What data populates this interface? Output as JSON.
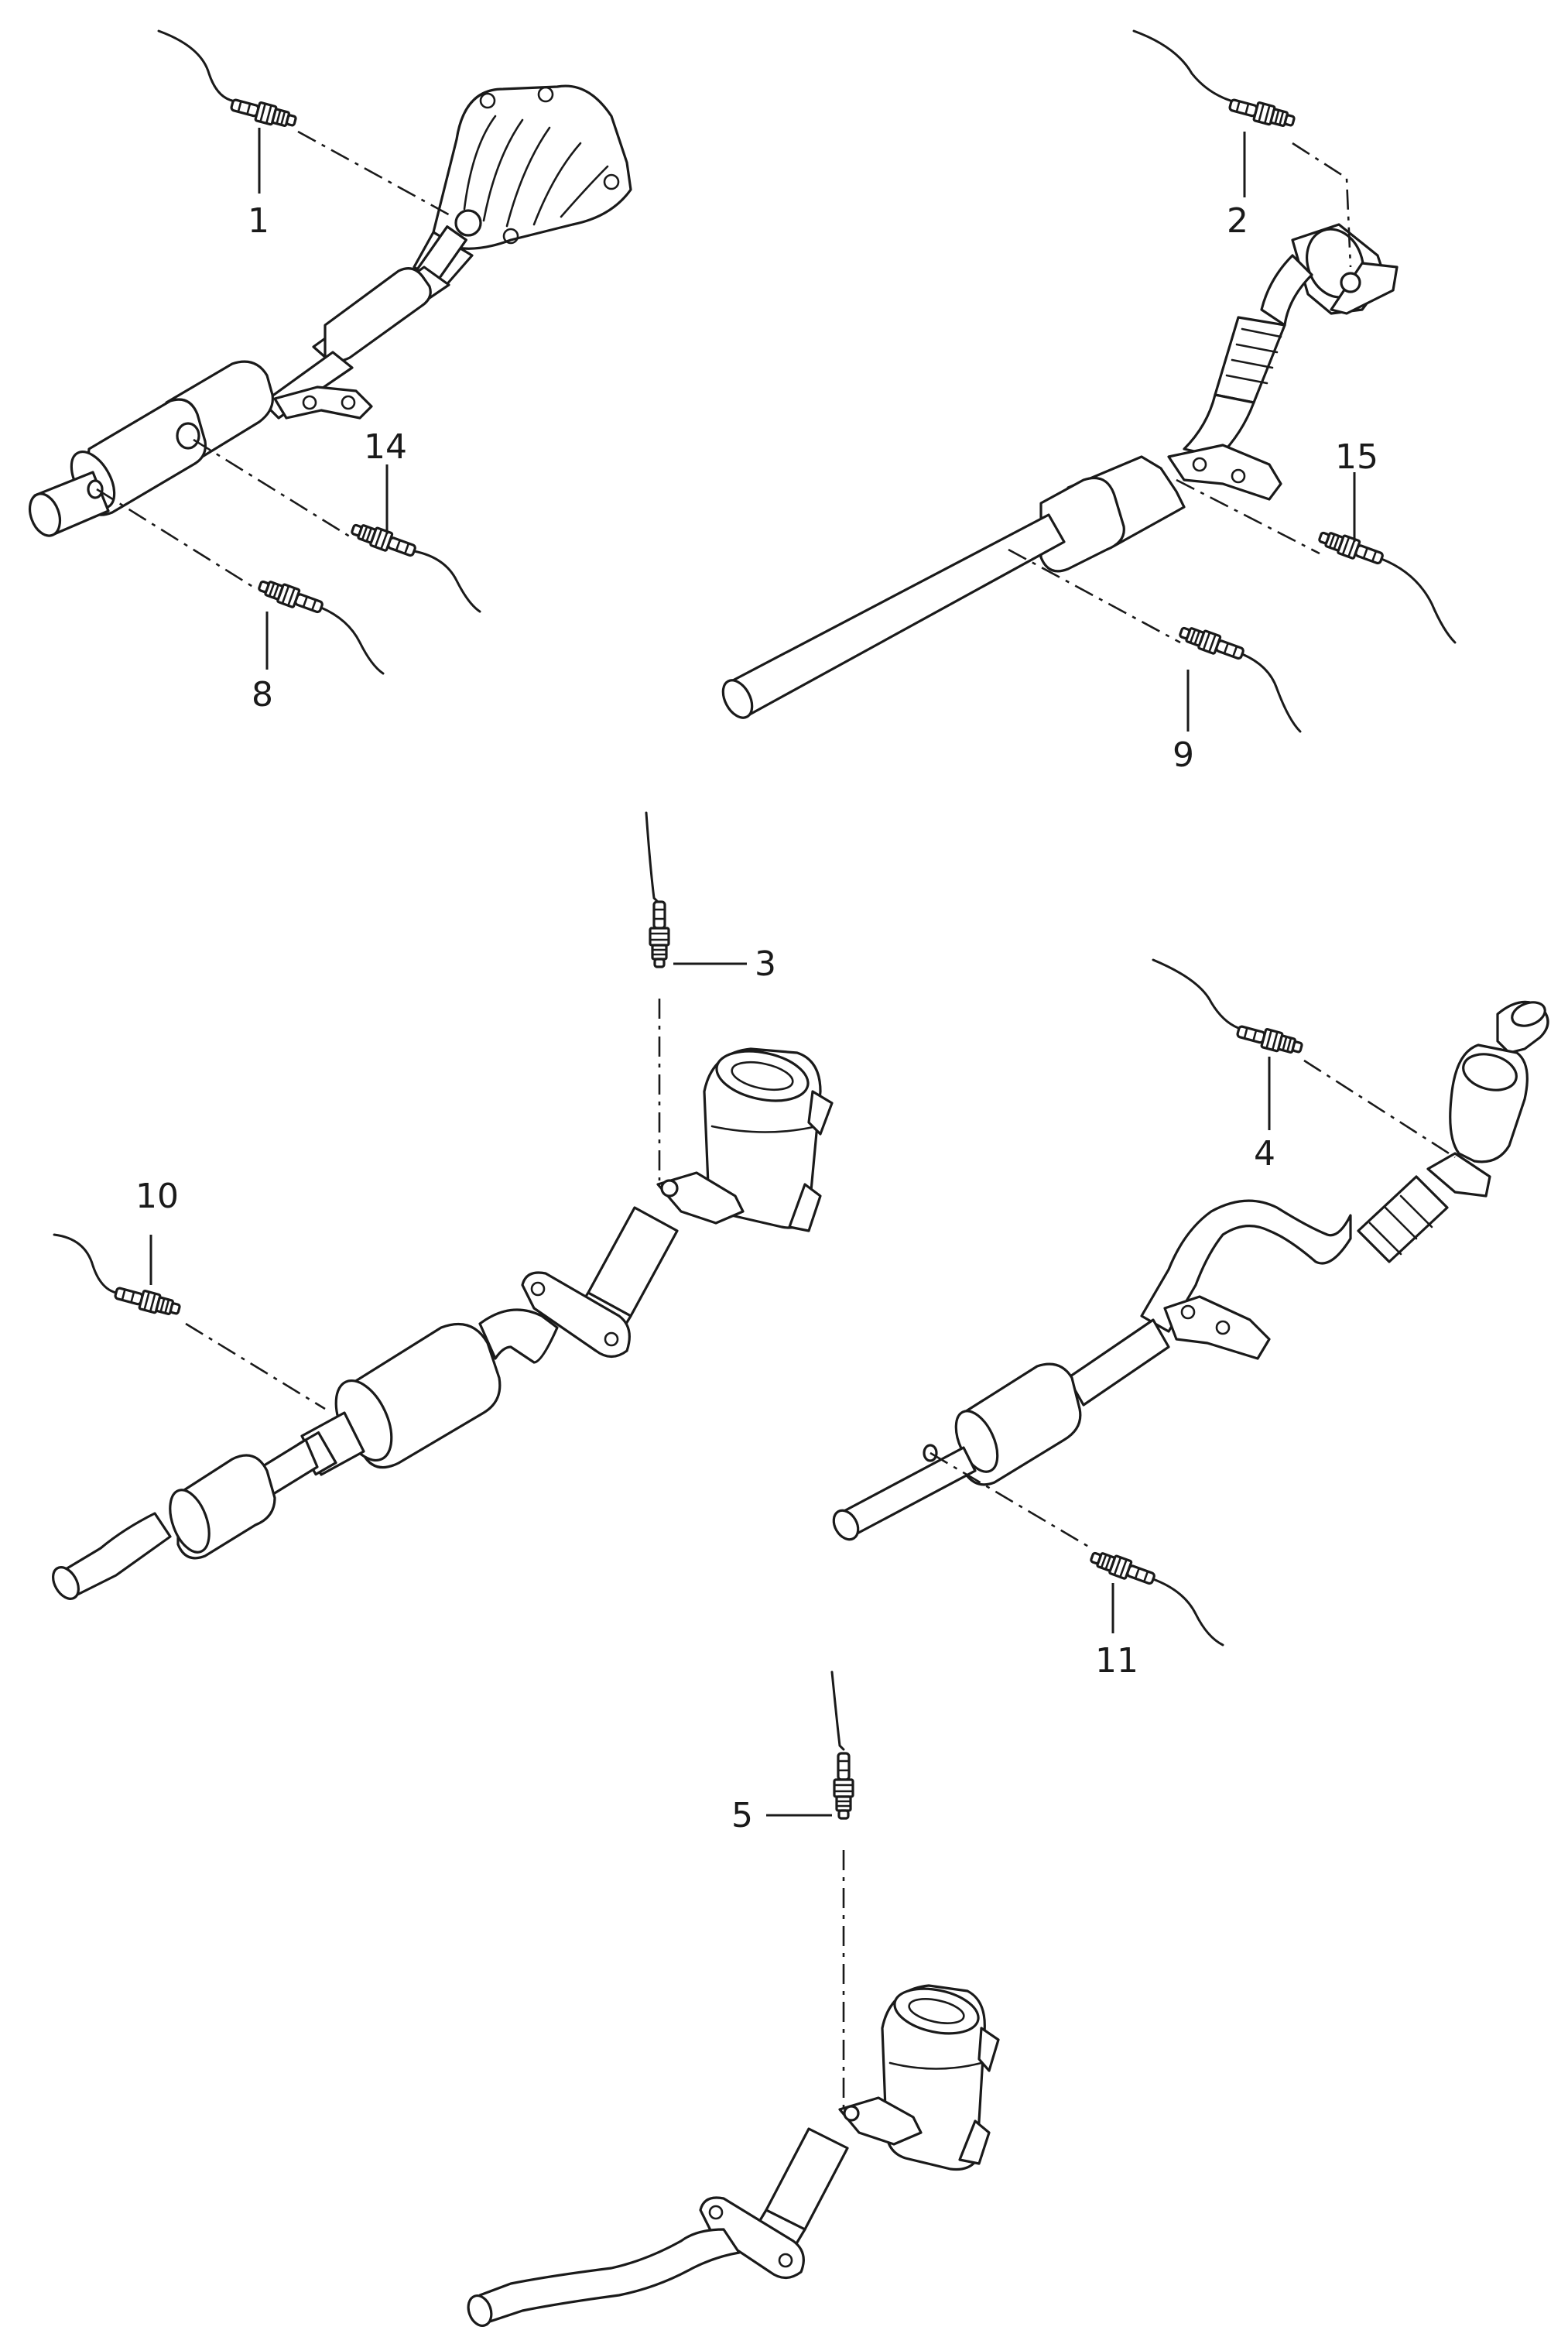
{
  "labels": {
    "l1": "1",
    "l2": "2",
    "l3": "3",
    "l4": "4",
    "l5": "5",
    "l8": "8",
    "l9": "9",
    "l10": "10",
    "l11": "11",
    "l14": "14",
    "l15": "15"
  },
  "colors": {
    "line": "#1a1a1a",
    "background": "#ffffff"
  }
}
